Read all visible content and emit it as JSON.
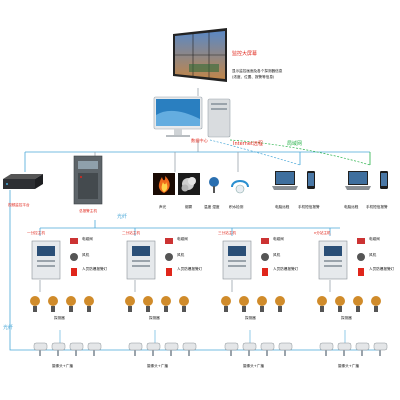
{
  "top": {
    "screen_title": "监控大屏幕",
    "screen_desc_1": "显示监控画面及各个探测器信息",
    "screen_desc_2": "(浓度、位置、报警等信息)"
  },
  "center_label": "数据中心",
  "links": {
    "internet": "Internet远程",
    "wireless": "局域网",
    "fiber_top": "光纤",
    "fiber_left": "光纤"
  },
  "row2": {
    "video_host": "视频监控平台",
    "alarm_host": "总报警主机",
    "sound_light": "声光",
    "smoke": "烟雾",
    "temp_humidity": "温度 湿度",
    "water": "积水检测",
    "pc_remote": "电脑远程",
    "phone_short": "手机短信报警",
    "pc_remote_2": "电脑远程",
    "phone_short_2": "手机短信报警"
  },
  "controllers": [
    {
      "title": "一分控主机",
      "fan_alarm": "电磁阀",
      "fan": "风机",
      "cut": "人员防爆报警灯"
    },
    {
      "title": "二分站主机",
      "fan_alarm": "电磁阀",
      "fan": "风机",
      "cut": "人员防爆报警灯"
    },
    {
      "title": "三分站主机",
      "fan_alarm": "电磁阀",
      "fan": "风机",
      "cut": "人员防爆报警灯"
    },
    {
      "title": "n分站主机",
      "fan_alarm": "电磁阀",
      "fan": "风机",
      "cut": "人员防爆报警灯"
    }
  ],
  "detector_label": "探测器",
  "camera_label": "摄像头+广播",
  "colors": {
    "line_blue": "#4aa8d8",
    "line_green": "#28b24a",
    "line_gray": "#9aa3ab",
    "accent_red": "#e0261b"
  }
}
